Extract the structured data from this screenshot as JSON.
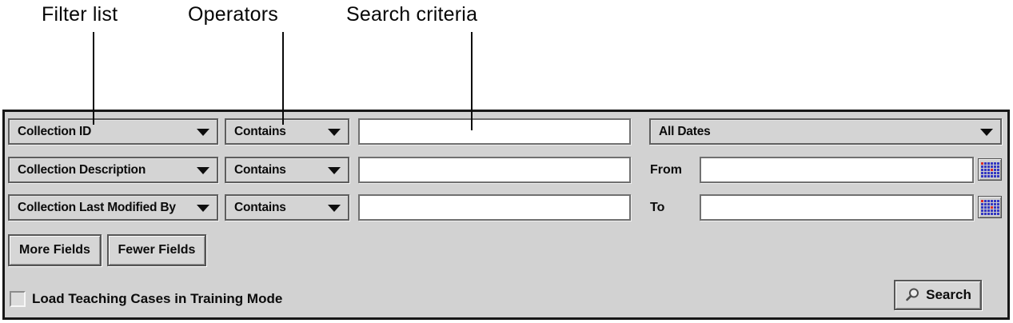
{
  "annotations": {
    "filter_list": "Filter list",
    "operators": "Operators",
    "search_criteria": "Search criteria"
  },
  "filters": {
    "rows": [
      {
        "field": "Collection ID",
        "operator": "Contains",
        "value": ""
      },
      {
        "field": "Collection Description",
        "operator": "Contains",
        "value": ""
      },
      {
        "field": "Collection Last Modified By",
        "operator": "Contains",
        "value": ""
      }
    ]
  },
  "dates": {
    "range_selected": "All Dates",
    "from_label": "From",
    "from_value": "",
    "to_label": "To",
    "to_value": ""
  },
  "buttons": {
    "more_fields": "More Fields",
    "fewer_fields": "Fewer Fields",
    "search": "Search"
  },
  "checkbox": {
    "label": "Load Teaching Cases in Training Mode",
    "checked": false
  },
  "icons": {
    "dropdown_arrow": "triangle-down",
    "calendar": "calendar-grid",
    "search": "magnifier"
  },
  "colors": {
    "panel_bg": "#d2d2d2",
    "panel_border": "#161616",
    "field_border": "#707070",
    "calendar_blue": "#3438c2",
    "calendar_red": "#d92b2b"
  }
}
